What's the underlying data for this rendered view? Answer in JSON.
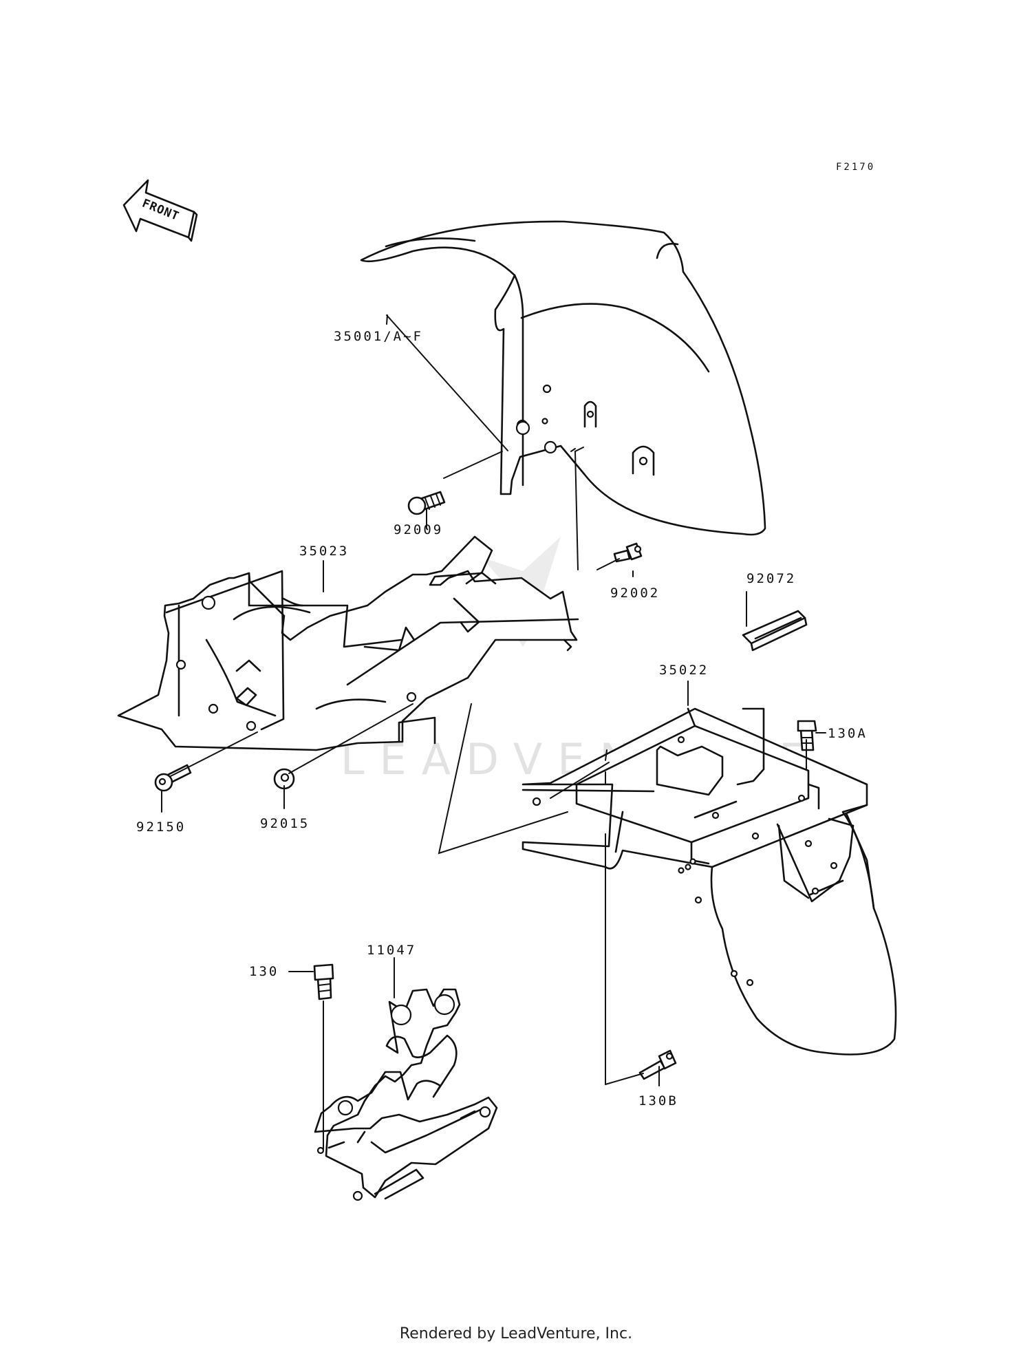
{
  "diagram": {
    "code": "F2170",
    "front_label": "FRONT",
    "watermark": "LEADVENTURE",
    "footer": "Rendered by LeadVenture, Inc.",
    "callouts": [
      {
        "id": "35001",
        "label": "35001/A~F"
      },
      {
        "id": "92009",
        "label": "92009"
      },
      {
        "id": "92002",
        "label": "92002"
      },
      {
        "id": "35023",
        "label": "35023"
      },
      {
        "id": "92072",
        "label": "92072"
      },
      {
        "id": "35022",
        "label": "35022"
      },
      {
        "id": "130A",
        "label": "130A"
      },
      {
        "id": "92150",
        "label": "92150"
      },
      {
        "id": "92015",
        "label": "92015"
      },
      {
        "id": "130",
        "label": "130"
      },
      {
        "id": "11047",
        "label": "11047"
      },
      {
        "id": "130B",
        "label": "130B"
      }
    ]
  }
}
